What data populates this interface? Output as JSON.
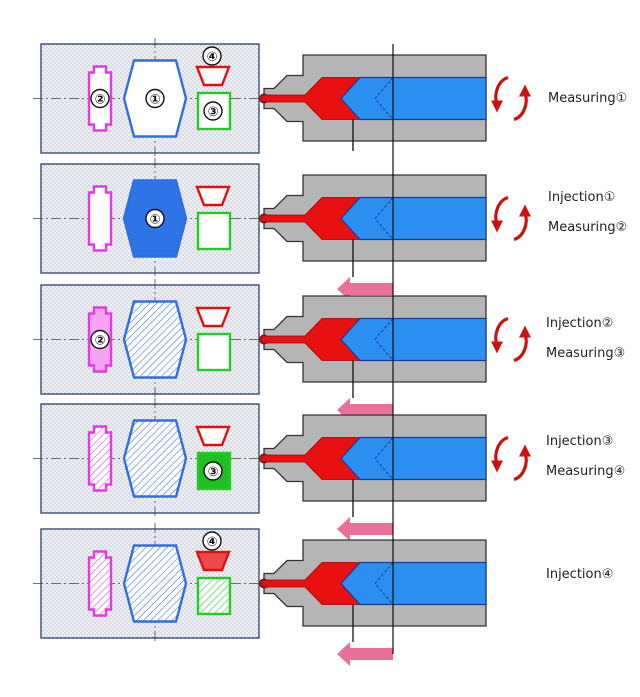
{
  "colors": {
    "mold_fill": "#eef0f6",
    "mold_border": "#2b3f6b",
    "center_line": "#444444",
    "cavity_1": "#2f6fe0",
    "cavity_2": "#e23ce0",
    "cavity_3": "#22cc22",
    "cavity_4": "#e01010",
    "cylinder": "#b5b5b5",
    "melt": "#e81010",
    "screw": "#2b8ff0",
    "arrow": "#e8709a",
    "rotation": "#cc1111"
  },
  "stages": [
    {
      "labels": [
        "Measuring①"
      ],
      "rotation": true,
      "injection_arrow": false,
      "cavities": [
        {
          "id": 2,
          "state": "empty",
          "number": "②"
        },
        {
          "id": 1,
          "state": "empty",
          "number": "①"
        },
        {
          "id": 4,
          "state": "empty",
          "number": "④"
        },
        {
          "id": 3,
          "state": "empty",
          "number": "③"
        }
      ]
    },
    {
      "labels": [
        "Injection①",
        "Measuring②"
      ],
      "rotation": true,
      "injection_arrow": true,
      "cavities": [
        {
          "id": 2,
          "state": "empty",
          "number": ""
        },
        {
          "id": 1,
          "state": "filling",
          "number": "①"
        },
        {
          "id": 4,
          "state": "empty",
          "number": ""
        },
        {
          "id": 3,
          "state": "empty",
          "number": ""
        }
      ]
    },
    {
      "labels": [
        "Injection②",
        "Measuring③"
      ],
      "rotation": true,
      "injection_arrow": true,
      "cavities": [
        {
          "id": 2,
          "state": "filling",
          "number": "②"
        },
        {
          "id": 1,
          "state": "filled",
          "number": ""
        },
        {
          "id": 4,
          "state": "empty",
          "number": ""
        },
        {
          "id": 3,
          "state": "empty",
          "number": ""
        }
      ]
    },
    {
      "labels": [
        "Injection③",
        "Measuring④"
      ],
      "rotation": true,
      "injection_arrow": true,
      "cavities": [
        {
          "id": 2,
          "state": "filled",
          "number": ""
        },
        {
          "id": 1,
          "state": "filled",
          "number": ""
        },
        {
          "id": 4,
          "state": "empty",
          "number": ""
        },
        {
          "id": 3,
          "state": "filling",
          "number": "③"
        }
      ]
    },
    {
      "labels": [
        "Injection④"
      ],
      "rotation": false,
      "injection_arrow": true,
      "cavities": [
        {
          "id": 2,
          "state": "filled",
          "number": ""
        },
        {
          "id": 1,
          "state": "filled",
          "number": ""
        },
        {
          "id": 4,
          "state": "filling",
          "number": "④"
        },
        {
          "id": 3,
          "state": "filled",
          "number": ""
        }
      ]
    }
  ]
}
